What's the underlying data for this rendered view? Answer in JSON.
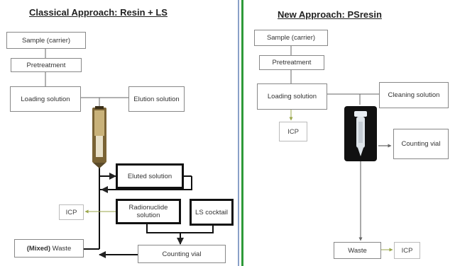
{
  "left": {
    "title": "Classical Approach: Resin + LS",
    "nodes": {
      "sample": "Sample (carrier)",
      "pretreatment": "Pretreatment",
      "loading": "Loading solution",
      "elution": "Elution solution",
      "eluted": "Eluted solution",
      "icp": "ICP",
      "radionuclide": "Radionuclide solution",
      "ls_cocktail": "LS cocktail",
      "waste_prefix": "(Mixed)",
      "waste": "Waste",
      "counting_vial": "Counting vial"
    }
  },
  "right": {
    "title": "New Approach: PSresin",
    "nodes": {
      "sample": "Sample (carrier)",
      "pretreatment": "Pretreatment",
      "loading": "Loading solution",
      "cleaning": "Cleaning solution",
      "icp_top": "ICP",
      "counting_vial": "Counting vial",
      "waste": "Waste",
      "icp_bottom": "ICP"
    }
  }
}
